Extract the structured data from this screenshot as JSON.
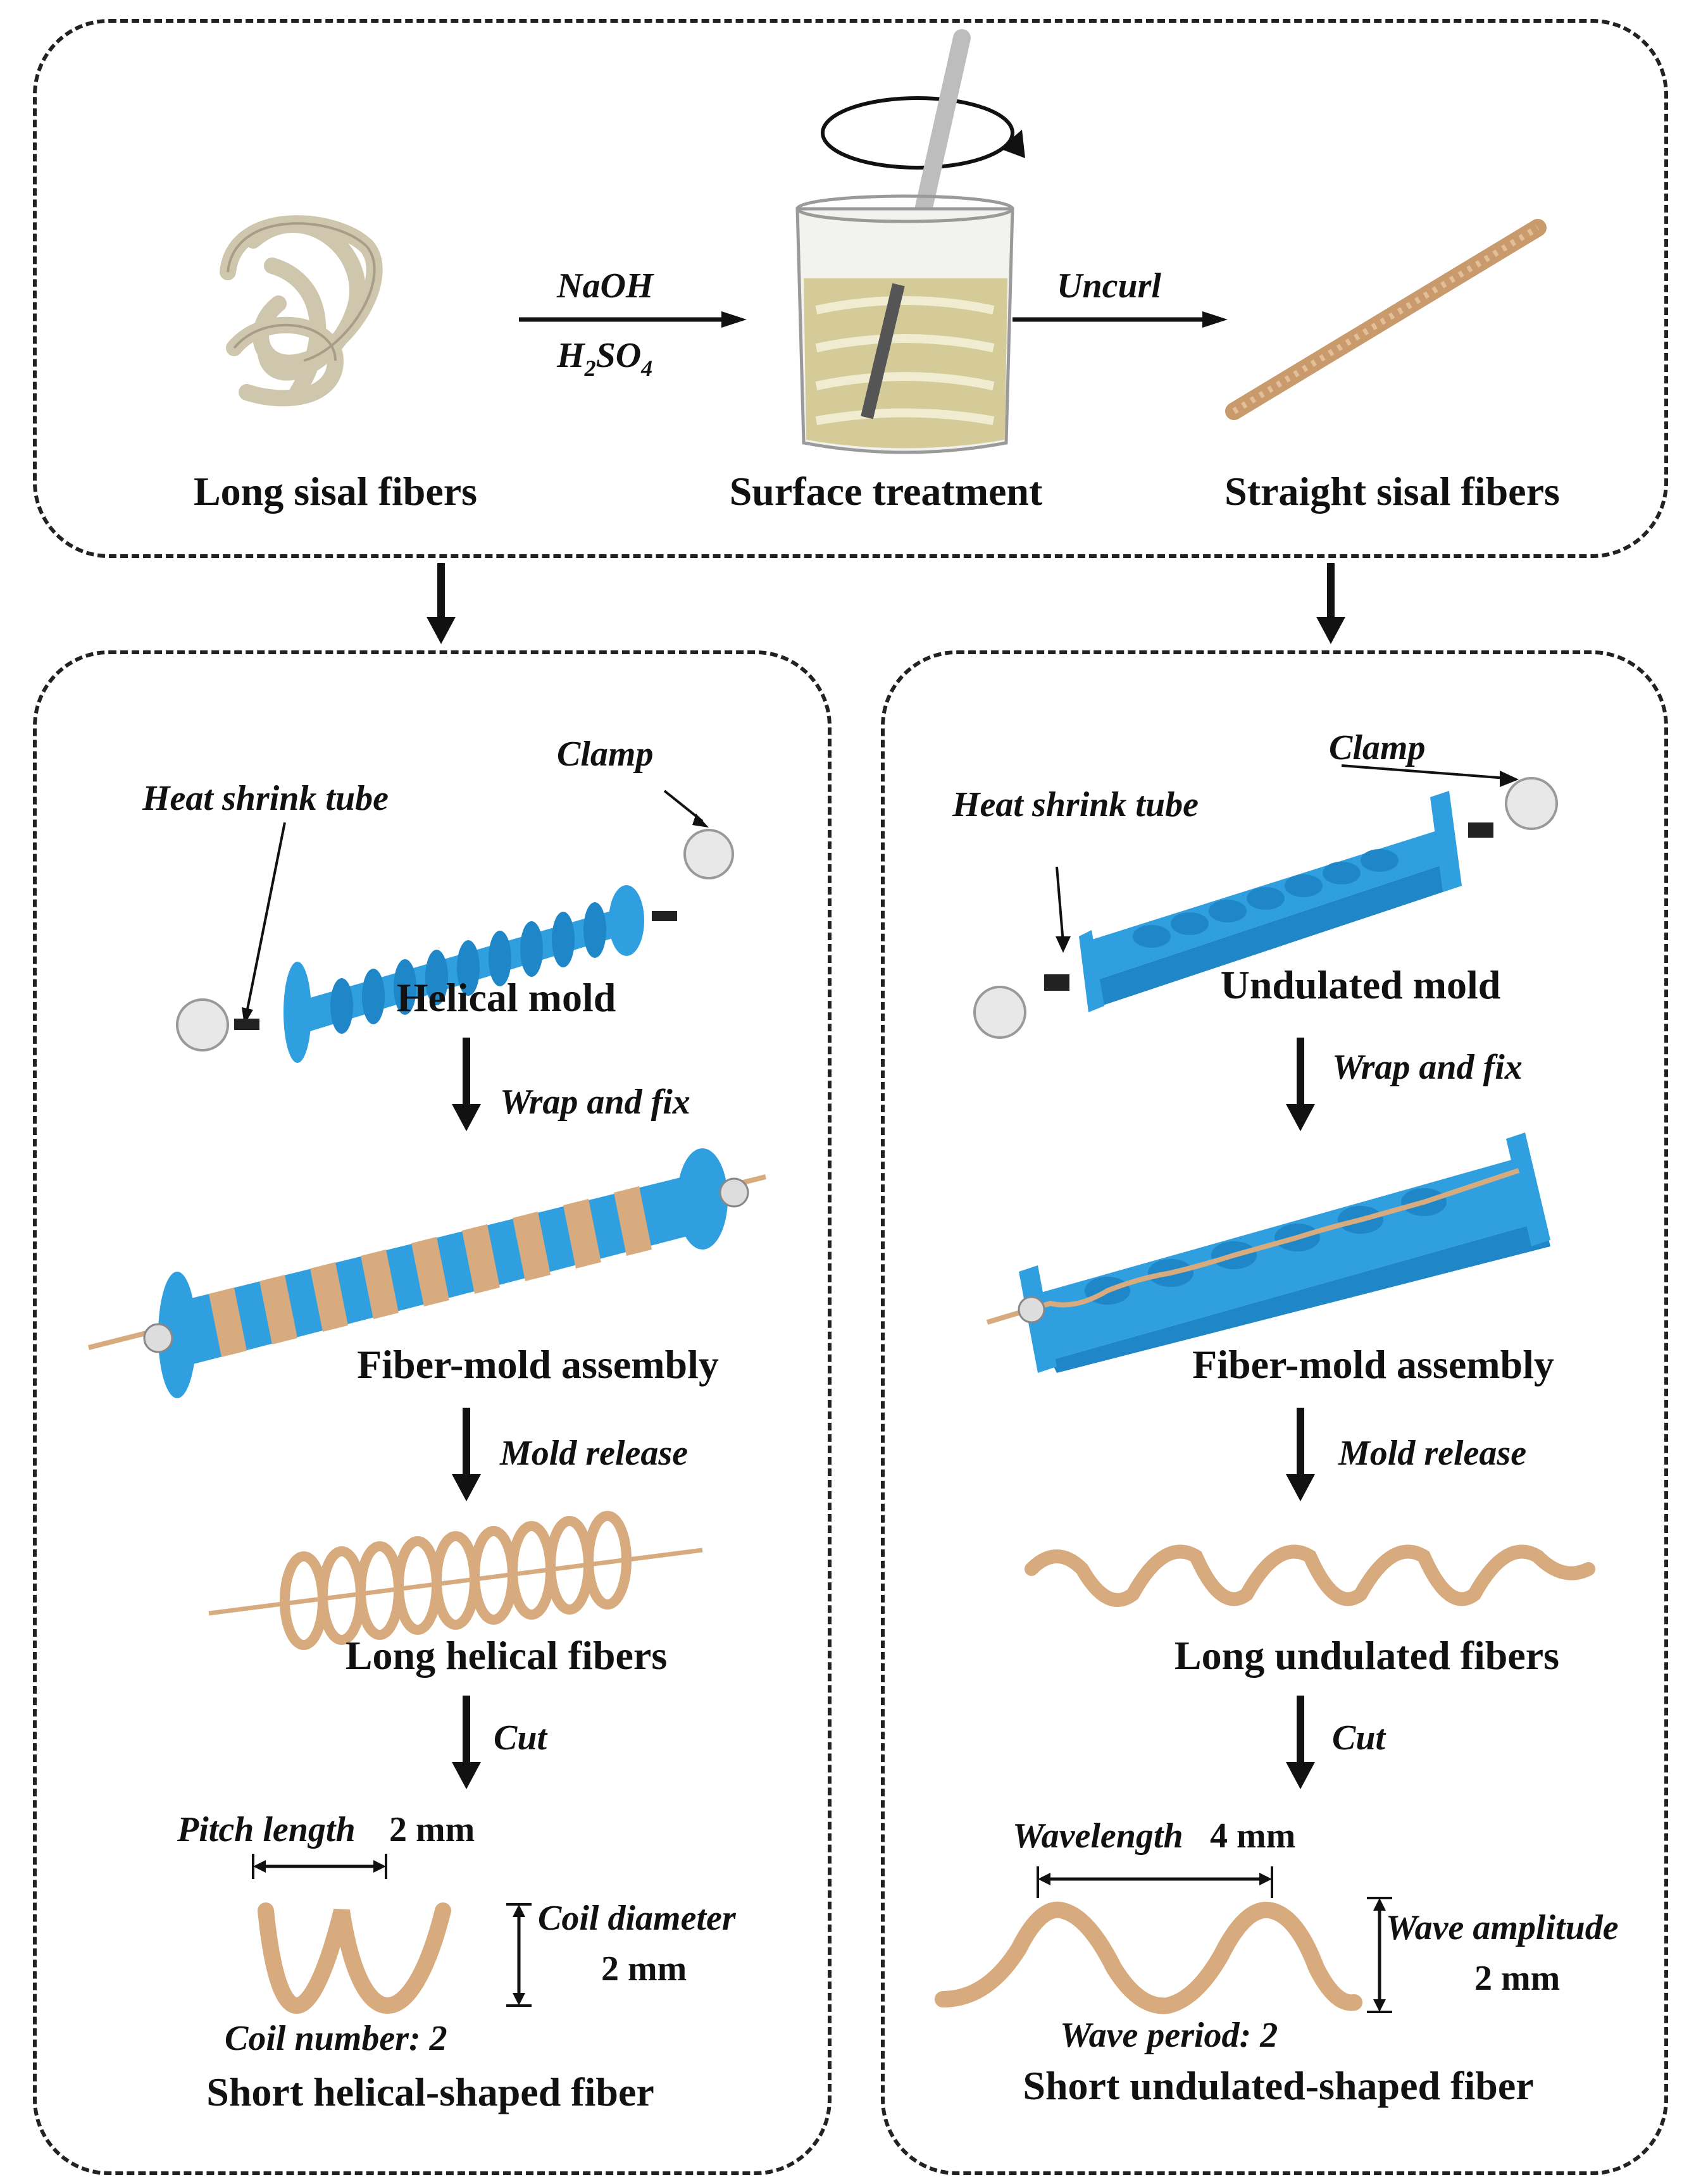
{
  "top": {
    "items": {
      "long_sisal": "Long sisal fibers",
      "surface_treatment": "Surface treatment",
      "straight_sisal": "Straight sisal fibers"
    },
    "arrow1_top": "NaOH",
    "arrow1_bottom_main": "H",
    "arrow1_bottom_sub1": "2",
    "arrow1_bottom_mid": "SO",
    "arrow1_bottom_sub2": "4",
    "arrow2": "Uncurl"
  },
  "left": {
    "heat_shrink": "Heat shrink tube",
    "clamp": "Clamp",
    "mold": "Helical mold",
    "step1": "Wrap and fix",
    "assembly": "Fiber-mold assembly",
    "step2": "Mold release",
    "long_fibers": "Long helical fibers",
    "step3": "Cut",
    "pitch_label": "Pitch length",
    "pitch_value": "2 mm",
    "coil_diameter_label": "Coil diameter",
    "coil_diameter_value": "2 mm",
    "coil_number": "Coil number: 2",
    "final": "Short helical-shaped fiber"
  },
  "right": {
    "heat_shrink": "Heat shrink tube",
    "clamp": "Clamp",
    "mold": "Undulated mold",
    "step1": "Wrap and fix",
    "assembly": "Fiber-mold assembly",
    "step2": "Mold release",
    "long_fibers": "Long undulated fibers",
    "step3": "Cut",
    "wavelength_label": "Wavelength",
    "wavelength_value": "4 mm",
    "amplitude_label": "Wave amplitude",
    "amplitude_value": "2 mm",
    "wave_period": "Wave period: 2",
    "final": "Short undulated-shaped fiber"
  },
  "colors": {
    "mold_blue": "#2f9fe0",
    "fiber_tan": "#d8ab7e",
    "raw_fiber": "#cfc7ad",
    "liquid": "#cfc48a"
  }
}
